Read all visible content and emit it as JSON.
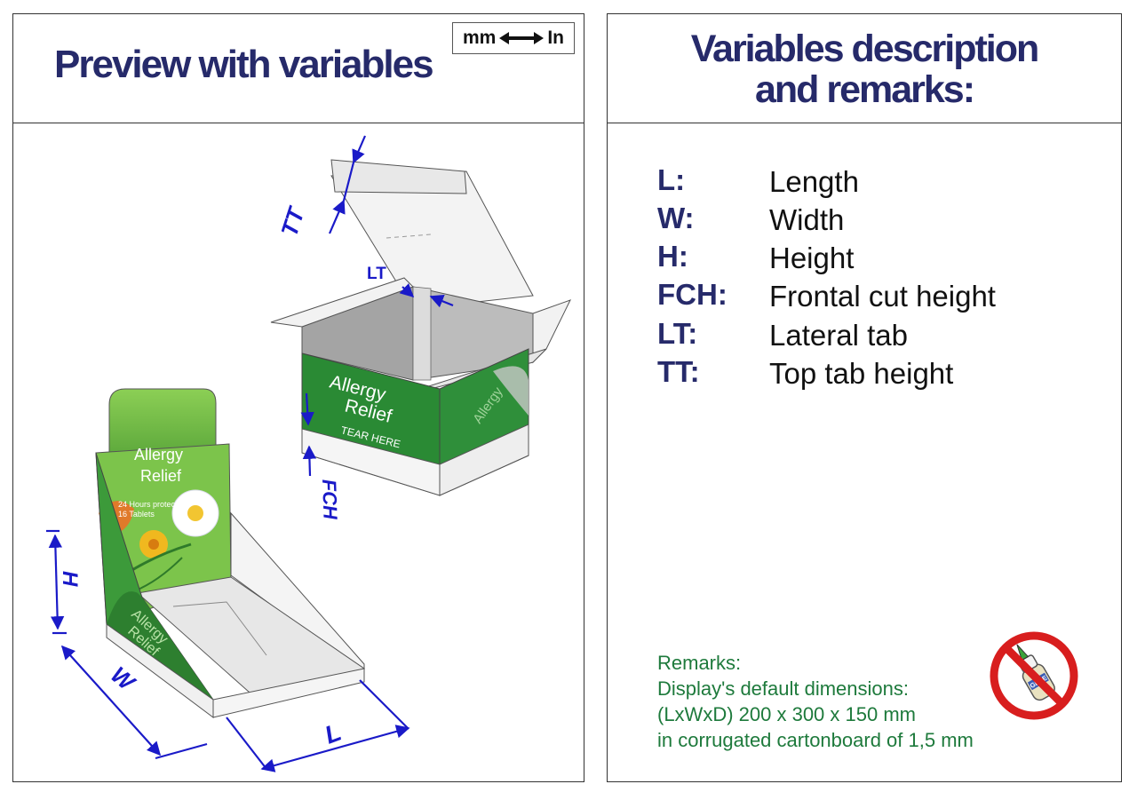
{
  "left_panel": {
    "title": "Preview with variables",
    "unit_toggle": {
      "left": "mm",
      "right": "In",
      "icon": "double-arrow-icon"
    }
  },
  "diagram": {
    "dimension_labels": {
      "TT": "TT",
      "LT": "LT",
      "FCH": "FCH",
      "H": "H",
      "W": "W",
      "L": "L"
    },
    "artwork_text": {
      "brand_line1": "Allergy",
      "brand_line2": "Relief",
      "tear_here": "TEAR HERE",
      "tagline_line1": "24 Hours protection",
      "tagline_line2": "16 Tablets"
    },
    "colors": {
      "dimension": "#1a1ac8",
      "box_green": "#2a8a34",
      "header_green": "#6cbf3f",
      "board": "#f2f2f2"
    }
  },
  "right_panel": {
    "title_line1": "Variables description",
    "title_line2": "and remarks:",
    "variables": [
      {
        "key": "L:",
        "description": "Length"
      },
      {
        "key": "W:",
        "description": "Width"
      },
      {
        "key": "H:",
        "description": "Height"
      },
      {
        "key": "FCH:",
        "description": "Frontal cut height"
      },
      {
        "key": "LT:",
        "description": "Lateral tab"
      },
      {
        "key": "TT:",
        "description": "Top tab height"
      }
    ],
    "remarks": [
      "Remarks:",
      "Display's default dimensions:",
      "(LxWxD) 200 x 300 x 150 mm",
      "in corrugated cartonboard of 1,5 mm"
    ],
    "no_glue_icon": {
      "name": "no-glue-icon",
      "label": "GLUE",
      "color": "#d81e1e"
    }
  }
}
